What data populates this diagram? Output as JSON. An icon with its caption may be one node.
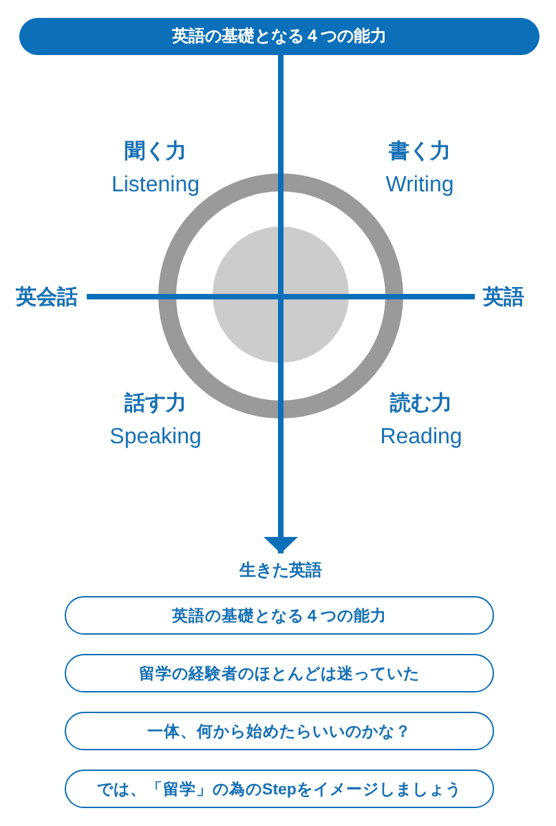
{
  "diagram": {
    "nodes": [
      {
        "text": [
          "英語の基礎となる４つの能力"
        ]
      },
      {
        "text": [
          "生きた英語"
        ]
      },
      {
        "text": [
          "英語の基礎となる４つの能力"
        ]
      },
      {
        "text": [
          "留学の経験者のほとんどは迷っていた"
        ]
      },
      {
        "text": [
          "一体、何から始めたらいいのかな？"
        ]
      },
      {
        "text": [
          "では、「留学」の為のStepをイメージしましょう"
        ]
      }
    ],
    "edges": [
      {
        "from": 0,
        "to": 1,
        "arrow": "to"
      }
    ],
    "labels": [
      "聞く力",
      "Listening",
      "書く力",
      "Writing",
      "英会話",
      "英語",
      "話す力",
      "Speaking",
      "読む力",
      "Reading"
    ]
  }
}
